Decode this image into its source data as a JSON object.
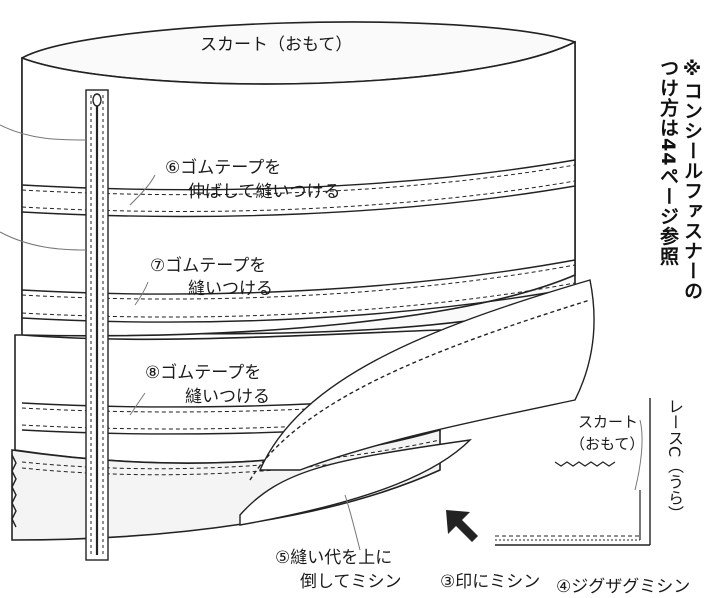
{
  "labels": {
    "skirt_top": "スカート（おもて）",
    "step6_line1": "⑥ゴムテープを",
    "step6_line2": "伸ばして縫いつける",
    "step7_line1": "⑦ゴムテープを",
    "step7_line2": "縫いつける",
    "step8_line1": "⑧ゴムテープを",
    "step8_line2": "縫いつける",
    "step5_line1": "⑤縫い代を上に",
    "step5_line2": "倒してミシン",
    "step3": "③印にミシン",
    "step4": "④ジグザグミシン",
    "inset_skirt_line1": "スカート",
    "inset_skirt_line2": "（おもて）",
    "inset_lace": "レースC（うら）"
  },
  "note": {
    "line1": "※コンシールファスナーの",
    "line2": "つけ方は44ページ参照"
  }
}
